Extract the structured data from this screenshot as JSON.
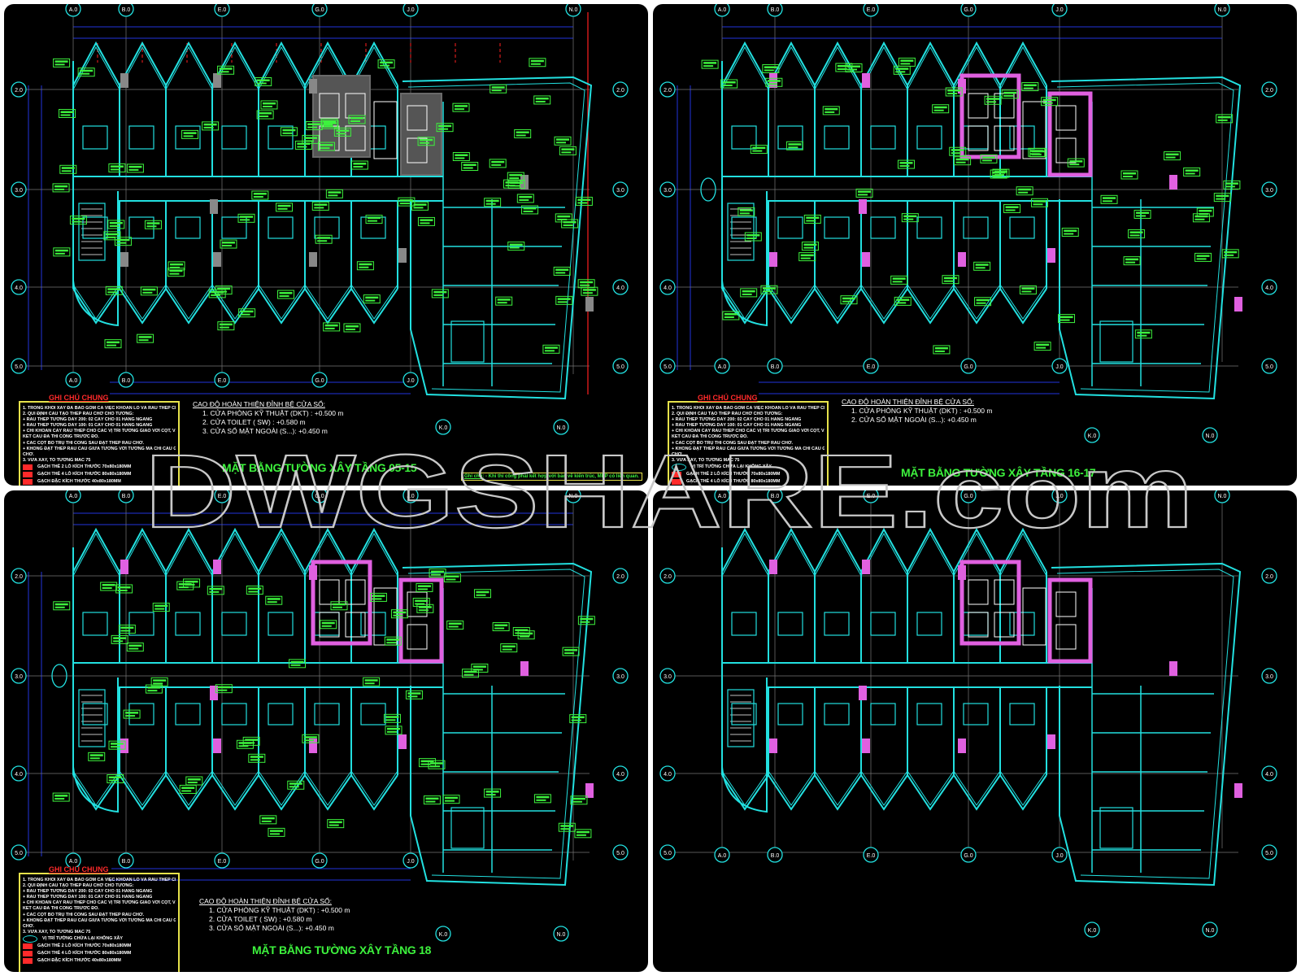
{
  "watermark": "DWGSHARE.com",
  "colors": {
    "wall": "#22e0e0",
    "label": "#3df23d",
    "dimension": "#2233dd",
    "core_grey": "#6a6a6a",
    "core_magenta": "#e060e0",
    "note_title": "#ff2a2a",
    "note_border": "#e6e24a",
    "red_line": "#ff2020"
  },
  "grid": {
    "columns": [
      "A.0",
      "B.0",
      "E.0",
      "G.0",
      "J.0",
      "K.0",
      "N.0"
    ],
    "rows": [
      "2.0",
      "3.0",
      "4.0",
      "5.0"
    ]
  },
  "notes": {
    "title": "GHI CHÚ CHUNG",
    "lines": [
      "1. TRONG KHỐI XÂY ĐÃ BAO GỒM CẢ VIỆC KHOAN LỖ VÀ RÂU THÉP CHỜ.",
      "2. QUI ĐỊNH CẤU TẠO THÉP RÂU CHỜ CHO TƯỜNG:",
      " + RÂU THÉP TƯỜNG DÀY 200: 02 CÂY CHO 01 HÀNG NGANG",
      " + RÂU THÉP TƯỜNG DÀY 100: 01 CÂY CHO 01 HÀNG NGANG",
      " + CHỈ KHOAN CẤY RÂU THÉP CHO CÁC VỊ TRÍ TƯỜNG GIAO VỚI CỘT, VÁCH",
      "KẾT CẤU ĐÃ THI CÔNG TRƯỚC ĐÓ.",
      " + CÁC CỘT BỔ TRỤ THI CÔNG SAU ĐẶT THÉP RÂU CHỜ.",
      " + KHÔNG ĐẶT THÉP RÂU CÂU GIỮA TƯỜNG VỚI TƯỜNG MÀ CHỈ CÂU GẠCH",
      "CHỜ.",
      "3. VỮA XÂY, TÔ TƯỜNG MÁC 75"
    ],
    "legend_open_wall": "VỊ TRÍ TƯỜNG CHỪA LẠI KHÔNG XÂY",
    "legend_brick_2": "GẠCH THẺ 2 LỖ KÍCH THƯỚC 70x80x180MM",
    "legend_brick_4": "GẠCH THẺ 4 LỖ KÍCH THƯỚC 80x80x180MM",
    "legend_solid": "GẠCH ĐẶC KÍCH THƯỚC 40x80x180MM"
  },
  "elevation": {
    "heading": "CAO ĐỘ HOÀN THIỆN ĐỈNH BỆ CỬA SỔ:",
    "item_dkt": "1. CỬA PHÒNG KỸ THUẬT (DKT) : +0.500 m",
    "item_toilet": "2. CỬA TOILET ( SW) : +0.580 m",
    "item_window_3": "3. CỬA SỔ MẶT NGOÀI (S...): +0.450 m",
    "item_window_2": "2. CỬA SỔ MẶT NGOÀI (S...): +0.450 m"
  },
  "panels": [
    {
      "title": "MẶT BẰNG TƯỜNG XÂY TẦNG 05-15",
      "mep_note_label": "Ghi chú:",
      "mep_note": "- Khi thi công phải kết hợp với bản vẽ kiến trúc, MEP có liên quan."
    },
    {
      "title": "MẶT BẰNG TƯỜNG XÂY TẦNG 16-17"
    },
    {
      "title": "MẶT BẰNG TƯỜNG XÂY TẦNG 18"
    },
    {
      "title": ""
    }
  ]
}
